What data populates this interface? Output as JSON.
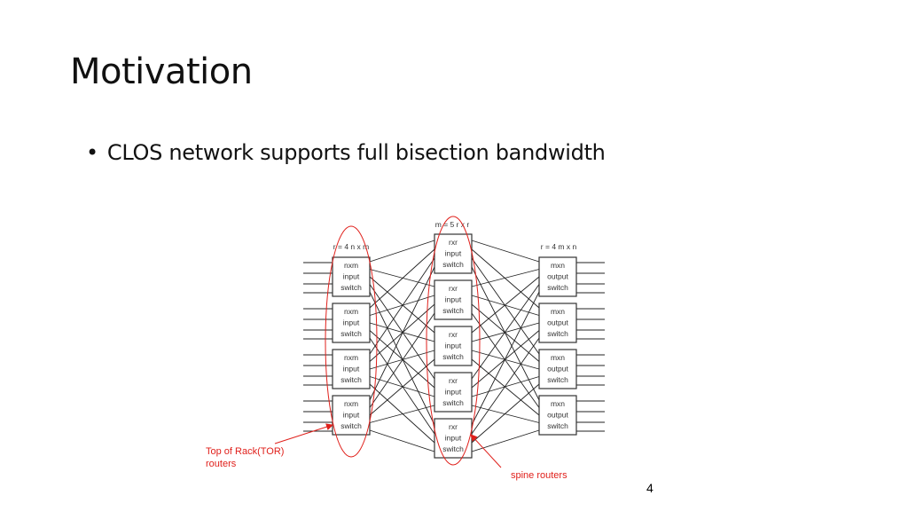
{
  "slide": {
    "title": "Motivation",
    "bullet_marker": "•",
    "bullet": "CLOS network supports full bisection bandwidth",
    "page_number": "4"
  },
  "diagram": {
    "left_header": "r = 4 n x m",
    "middle_header": "m = 5 r x r",
    "right_header": "r = 4 m x n",
    "input_switches": [
      [
        "nxm",
        "input",
        "switch"
      ],
      [
        "nxm",
        "input",
        "switch"
      ],
      [
        "nxm",
        "input",
        "switch"
      ],
      [
        "nxm",
        "input",
        "switch"
      ]
    ],
    "middle_switches": [
      [
        "rxr",
        "input",
        "switch"
      ],
      [
        "rxr",
        "input",
        "switch"
      ],
      [
        "rxr",
        "input",
        "switch"
      ],
      [
        "rxr",
        "input",
        "switch"
      ],
      [
        "rxr",
        "input",
        "switch"
      ]
    ],
    "output_switches": [
      [
        "mxn",
        "output",
        "switch"
      ],
      [
        "mxn",
        "output",
        "switch"
      ],
      [
        "mxn",
        "output",
        "switch"
      ],
      [
        "mxn",
        "output",
        "switch"
      ]
    ],
    "annotations": {
      "tor_line1": "Top of Rack(TOR)",
      "tor_line2": "routers",
      "spine": "spine routers"
    },
    "colors": {
      "annotation": "#e0201b",
      "wire": "#222222",
      "box": "#333333"
    }
  }
}
